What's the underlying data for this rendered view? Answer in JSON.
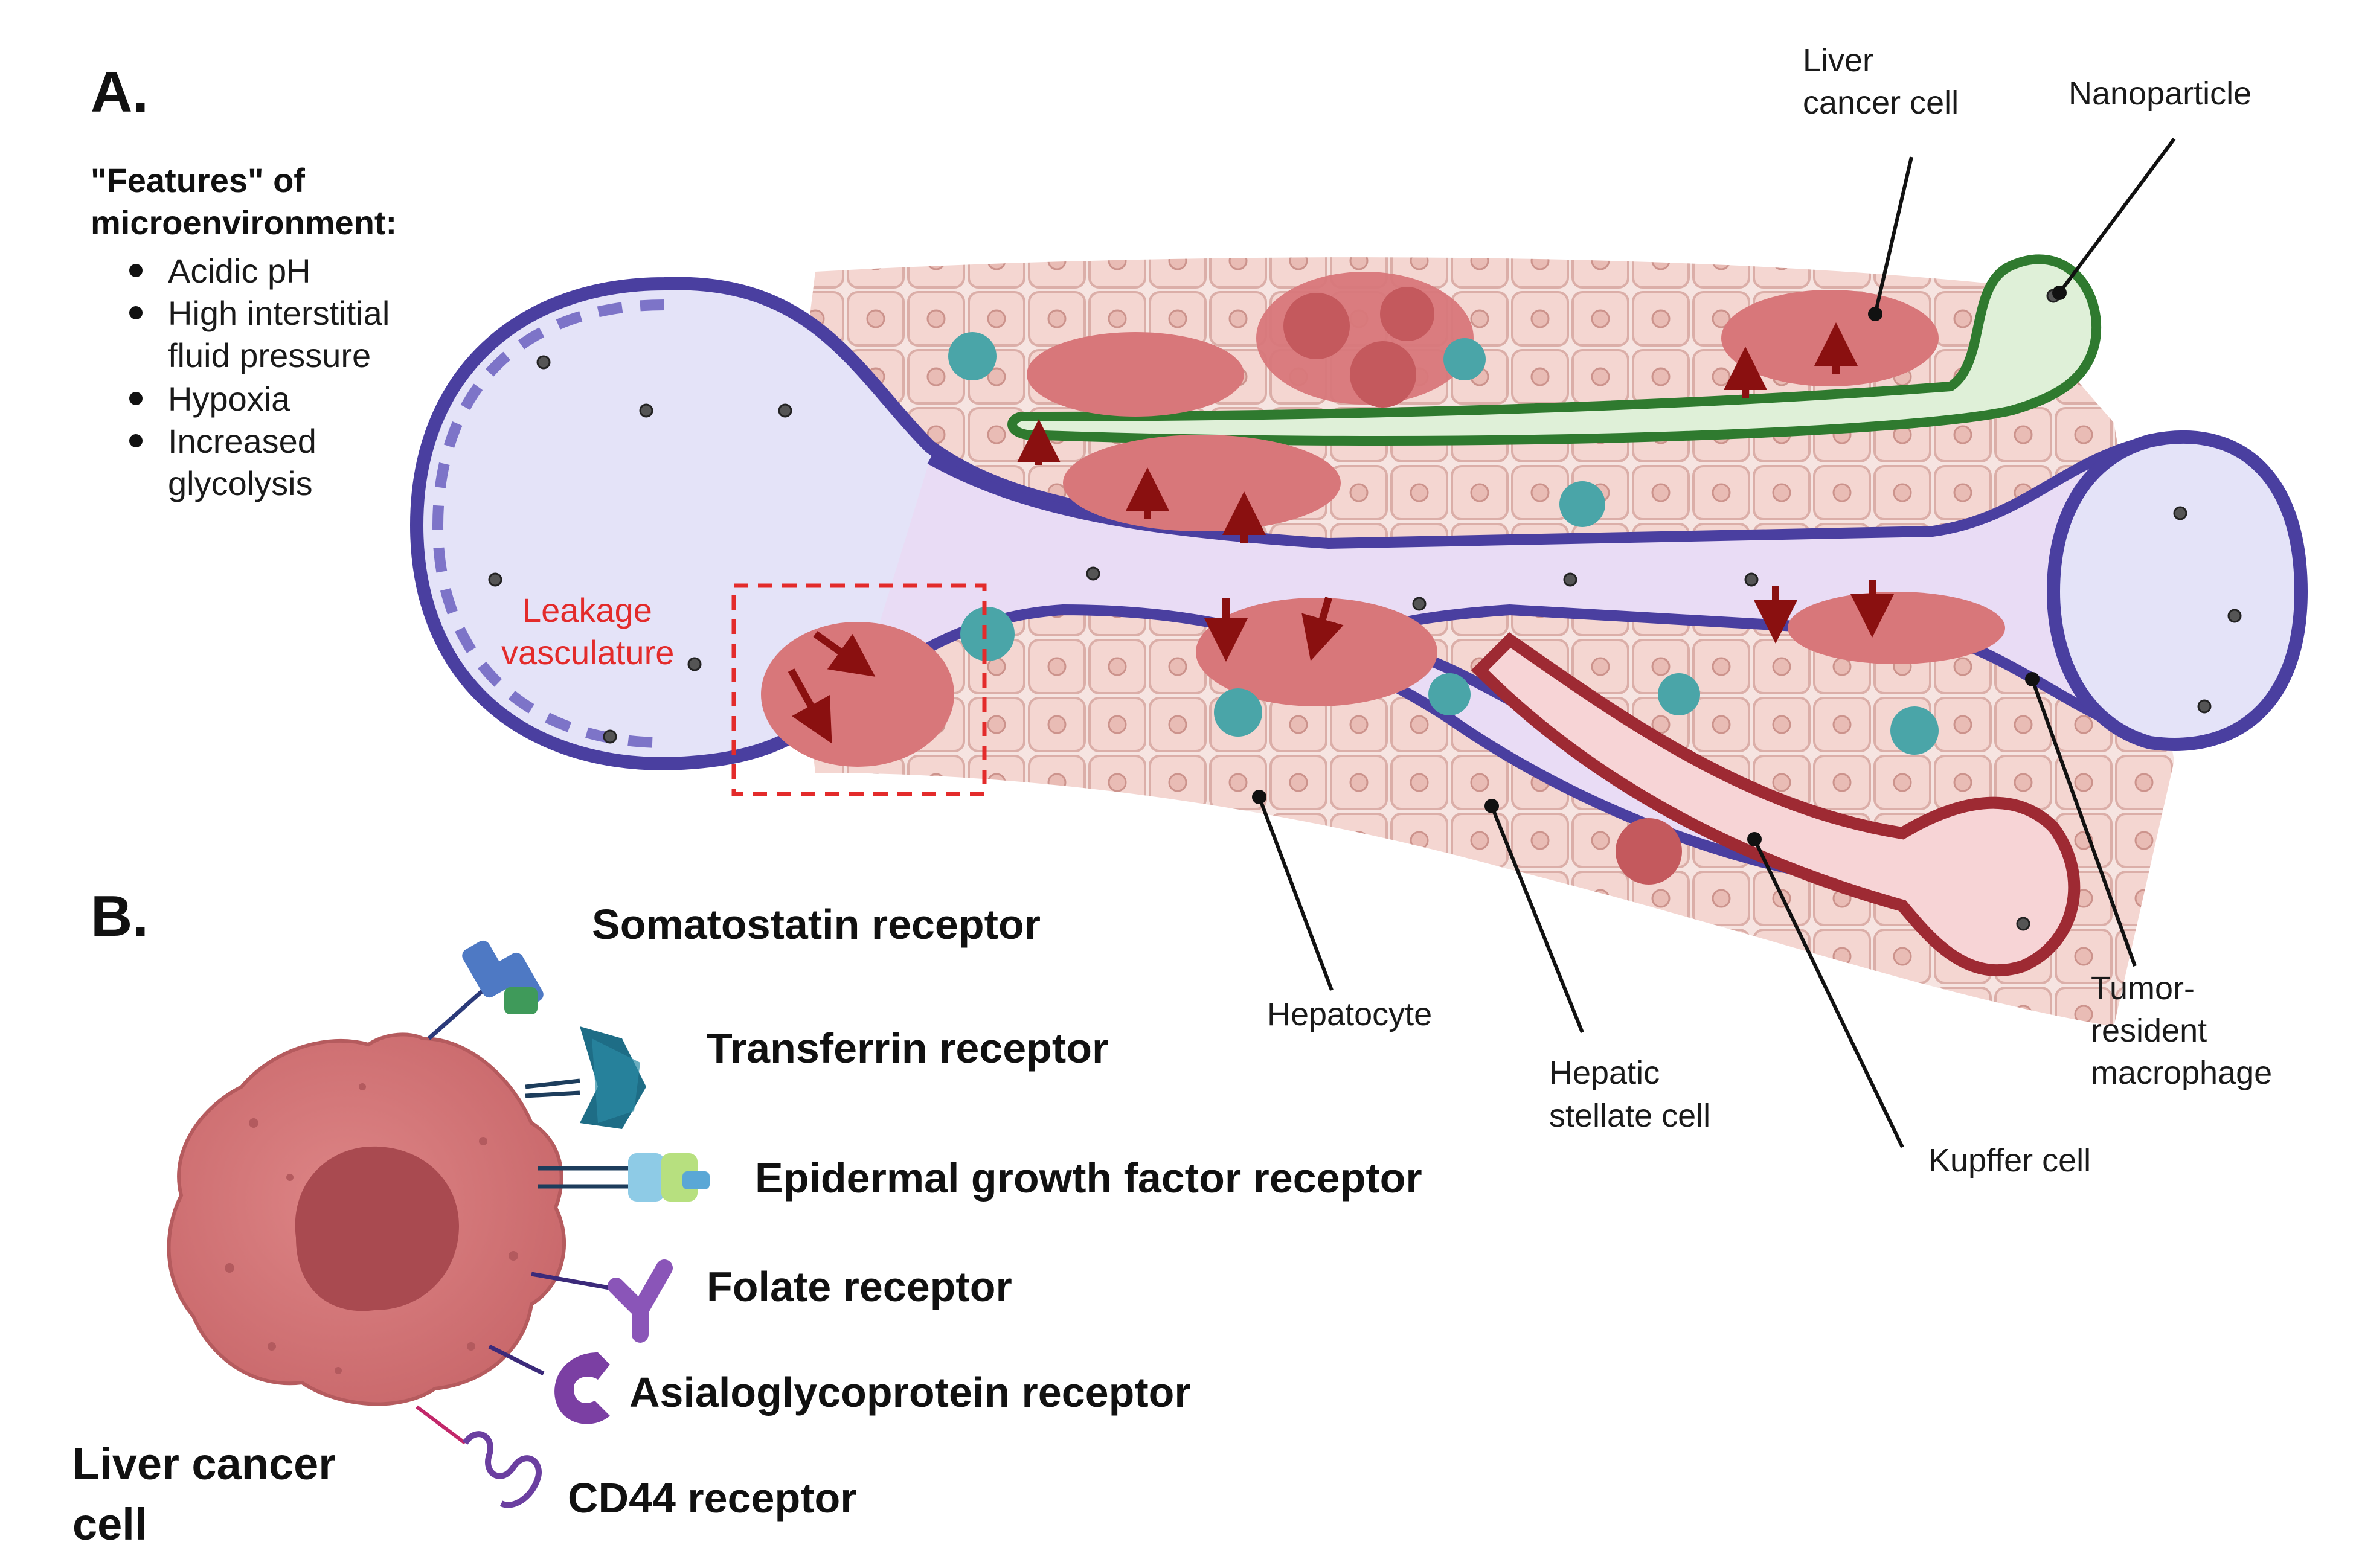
{
  "panels": {
    "a": "A.",
    "b": "B."
  },
  "features": {
    "title_line1": "\"Features\" of",
    "title_line2": "microenvironment:",
    "items": [
      [
        "Acidic pH"
      ],
      [
        "High interstitial",
        "fluid pressure"
      ],
      [
        "Hypoxia"
      ],
      [
        "Increased",
        "glycolysis"
      ]
    ]
  },
  "labels": {
    "liver_cancer_cell": [
      "Liver",
      "cancer cell"
    ],
    "nanoparticle": "Nanoparticle",
    "leakage": [
      "Leakage",
      "vasculature"
    ],
    "hepatocyte": "Hepatocyte",
    "hepatic_stellate": [
      "Hepatic",
      "stellate cell"
    ],
    "tumor_macrophage": [
      "Tumor-",
      "resident",
      "macrophage"
    ],
    "kupffer": "Kupffer cell"
  },
  "receptors": {
    "somatostatin": "Somatostatin receptor",
    "transferrin": "Transferrin receptor",
    "egfr": "Epidermal growth factor receptor",
    "folate": "Folate receptor",
    "asialo": "Asialoglycoprotein receptor",
    "cd44": "CD44 receptor"
  },
  "cell_label": [
    "Liver cancer",
    "cell"
  ],
  "colors": {
    "vessel_blue": "#5a4fb0",
    "vessel_fill": "#e4e3f8",
    "bile_green": "#3f8f3f",
    "bile_fill": "#dff0d8",
    "hepatocyte": "#f3d7d2",
    "tumor": "#d8777a",
    "stellate_teal": "#4aa5a8",
    "red_vessel": "#b63a40",
    "arrow": "#8a1010",
    "leak_red": "#e32b2b",
    "cancer_cell": "#d37476"
  }
}
